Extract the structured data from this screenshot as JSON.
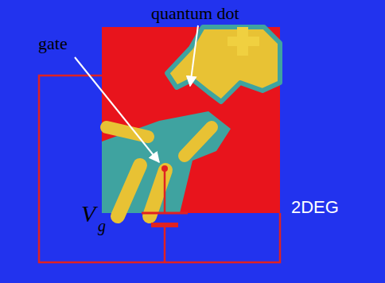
{
  "diagram": {
    "labels": [
      "quantum dot",
      "gate",
      "2DEG",
      "V",
      "g"
    ]
  }
}
